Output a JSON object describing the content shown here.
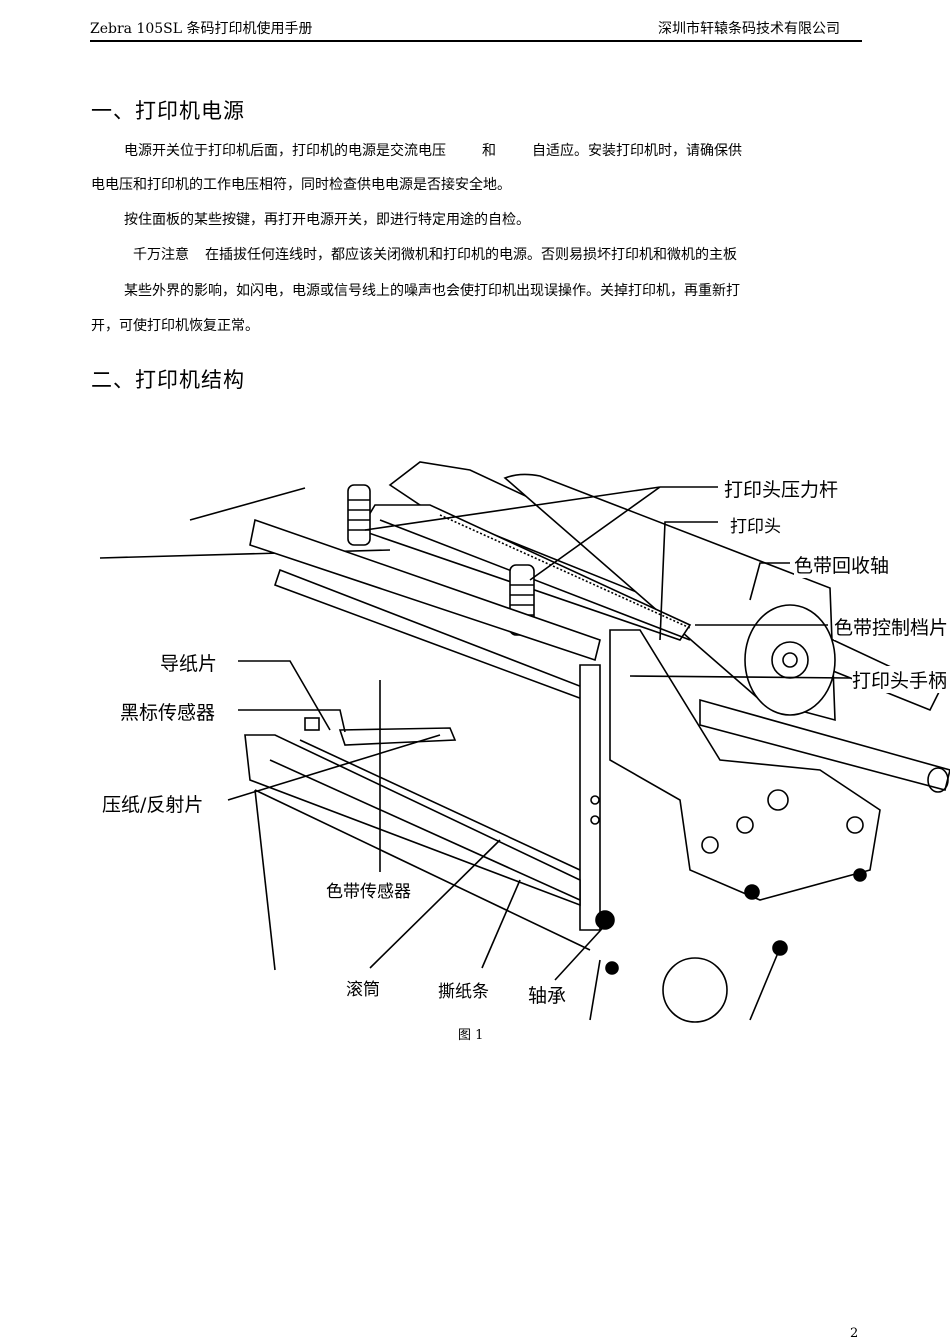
{
  "header": {
    "left": "Zebra 105SL  条码打印机使用手册",
    "right": "深圳市轩辕条码技术有限公司"
  },
  "section1": {
    "title": "一、打印机电源",
    "para1_line1_a": "电源开关位于打印机后面，打印机的电源是交流电压",
    "para1_line1_b": "和",
    "para1_line1_c": "自适应。安装打印机时，请确保供",
    "para1_line2": "电电压和打印机的工作电压相符，同时检查供电电源是否接安全地。",
    "para2": "按住面板的某些按键，再打开电源开关，即进行特定用途的自检。",
    "para3_a": "千万注意",
    "para3_b": "在插拔任何连线时，都应该关闭微机和打印机的电源。否则易损坏打印机和微机的主板",
    "para4_line1": "某些外界的影响，如闪电，电源或信号线上的噪声也会使打印机出现误操作。关掉打印机，再重新打",
    "para4_line2": "开，可使打印机恢复正常。"
  },
  "section2": {
    "title": "二、打印机结构"
  },
  "figure": {
    "labels": {
      "printhead_pressure_lever": "打印头压力杆",
      "printhead": "打印头",
      "ribbon_takeup": "色带回收轴",
      "ribbon_control": "色带控制档片",
      "printhead_handle": "打印头手柄",
      "paper_guide": "导纸片",
      "black_mark_sensor": "黑标传感器",
      "pressure_reflector": "压纸/反射片",
      "ribbon_sensor": "色带传感器",
      "platen_roller": "滚筒",
      "tear_bar": "撕纸条",
      "bearing": "轴承"
    },
    "caption": "图 1"
  },
  "page_number": "2"
}
